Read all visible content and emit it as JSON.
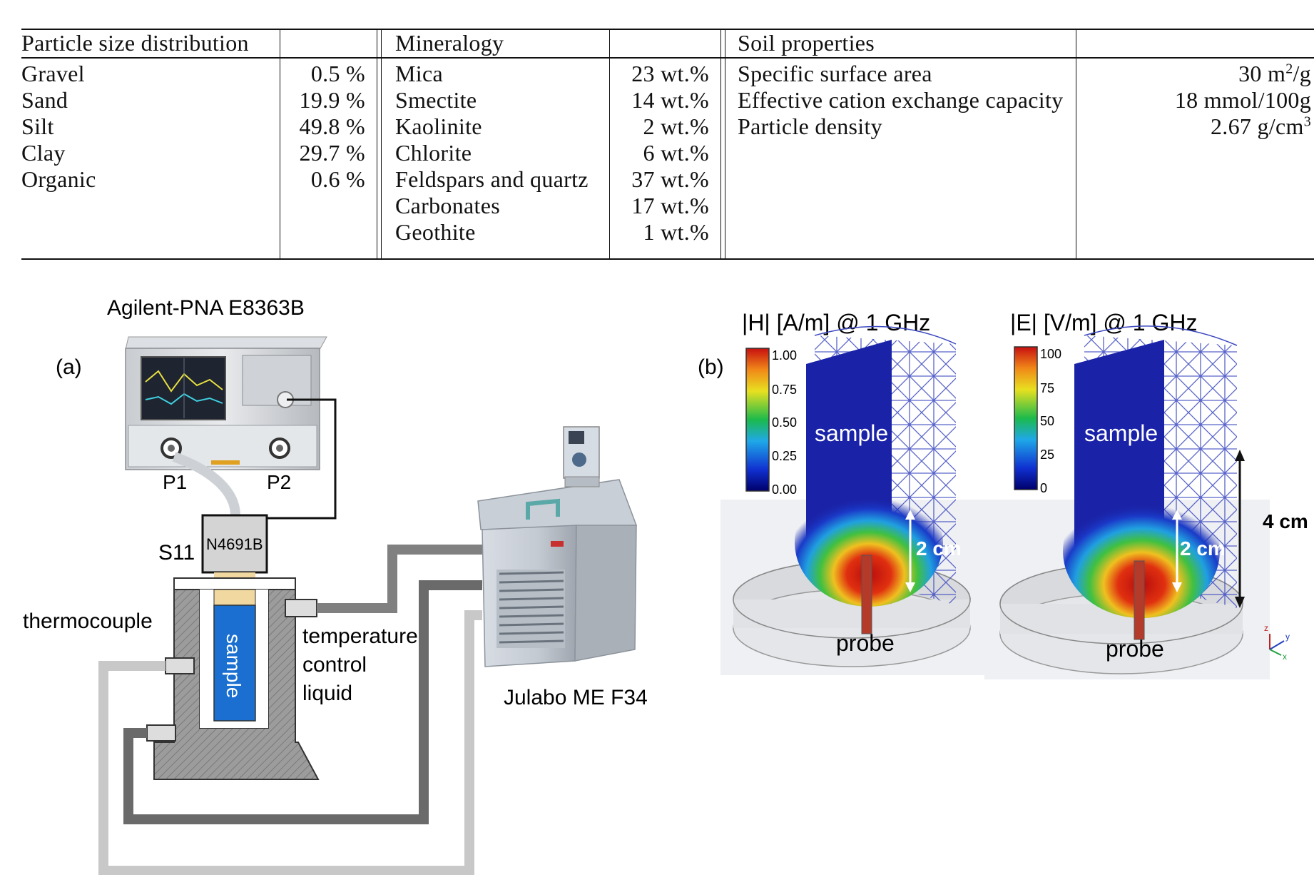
{
  "table": {
    "particle": {
      "header": "Particle size distribution",
      "rows": [
        {
          "label": "Gravel",
          "value": "0.5 %"
        },
        {
          "label": "Sand",
          "value": "19.9 %"
        },
        {
          "label": "Silt",
          "value": "49.8 %"
        },
        {
          "label": "Clay",
          "value": "29.7 %"
        },
        {
          "label": "Organic",
          "value": "0.6 %"
        }
      ]
    },
    "mineralogy": {
      "header": "Mineralogy",
      "rows": [
        {
          "label": "Mica",
          "value": "23 wt.%"
        },
        {
          "label": "Smectite",
          "value": "14 wt.%"
        },
        {
          "label": "Kaolinite",
          "value": "2 wt.%"
        },
        {
          "label": "Chlorite",
          "value": "6 wt.%"
        },
        {
          "label": "Feldspars and quartz",
          "value": "37 wt.%"
        },
        {
          "label": "Carbonates",
          "value": "17 wt.%"
        },
        {
          "label": "Geothite",
          "value": "1 wt.%"
        }
      ]
    },
    "soil": {
      "header": "Soil properties",
      "rows": [
        {
          "label": "Specific surface area",
          "value": "30 m",
          "sup": "2",
          "tail": "/g"
        },
        {
          "label": "Effective cation exchange capacity",
          "value": "18 mmol/100g",
          "sup": "",
          "tail": ""
        },
        {
          "label": "Particle density",
          "value": "2.67 g/cm",
          "sup": "3",
          "tail": ""
        }
      ]
    }
  },
  "figure_a": {
    "panel_label": "(a)",
    "analyzer_name": "Agilent-PNA E8363B",
    "port1": "P1",
    "port2": "P2",
    "s11": "S11",
    "calkit": "N4691B",
    "thermocouple": "thermocouple",
    "sample": "sample",
    "liquid_lines": [
      "temperature",
      "control",
      "liquid"
    ],
    "chiller_name": "Julabo ME F34"
  },
  "figure_b": {
    "panel_label": "(b)",
    "h_title": "|H| [A/m] @ 1 GHz",
    "e_title": "|E| [V/m] @ 1 GHz",
    "h_ticks": [
      "1.00",
      "0.75",
      "0.50",
      "0.25",
      "0.00"
    ],
    "e_ticks": [
      "100",
      "75",
      "50",
      "25",
      "0"
    ],
    "sample": "sample",
    "probe": "probe",
    "dim_2cm": "2 cm",
    "dim_4cm": "4 cm",
    "axis_z": "z",
    "axis_y": "y",
    "axis_x": "x"
  }
}
